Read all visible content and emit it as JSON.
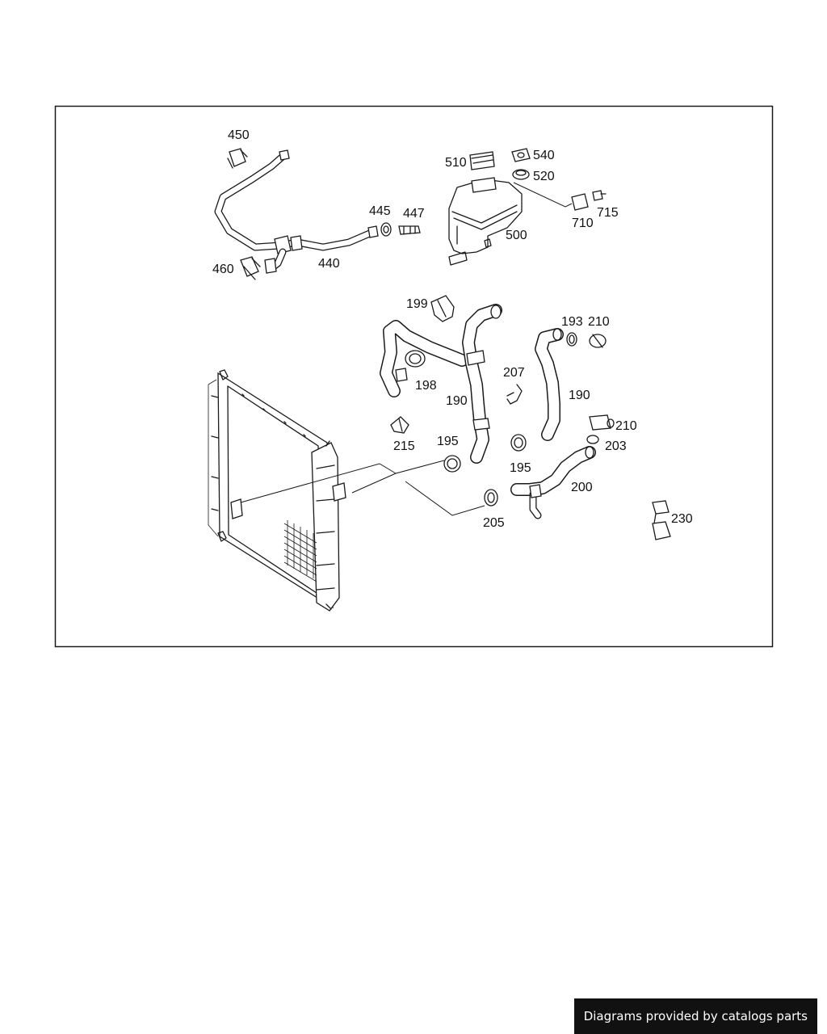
{
  "footer": {
    "credit": "Diagrams provided by catalogs parts"
  },
  "parts": [
    {
      "id": "p450",
      "label": "450"
    },
    {
      "id": "p510",
      "label": "510"
    },
    {
      "id": "p540",
      "label": "540"
    },
    {
      "id": "p520",
      "label": "520"
    },
    {
      "id": "p445",
      "label": "445"
    },
    {
      "id": "p447",
      "label": "447"
    },
    {
      "id": "p715",
      "label": "715"
    },
    {
      "id": "p710",
      "label": "710"
    },
    {
      "id": "p500",
      "label": "500"
    },
    {
      "id": "p460",
      "label": "460"
    },
    {
      "id": "p440",
      "label": "440"
    },
    {
      "id": "p199",
      "label": "199"
    },
    {
      "id": "p193",
      "label": "193"
    },
    {
      "id": "p210a",
      "label": "210"
    },
    {
      "id": "p198",
      "label": "198"
    },
    {
      "id": "p207",
      "label": "207"
    },
    {
      "id": "p190a",
      "label": "190"
    },
    {
      "id": "p190b",
      "label": "190"
    },
    {
      "id": "p210b",
      "label": "210"
    },
    {
      "id": "p195a",
      "label": "195"
    },
    {
      "id": "p215",
      "label": "215"
    },
    {
      "id": "p203",
      "label": "203"
    },
    {
      "id": "p195b",
      "label": "195"
    },
    {
      "id": "p200",
      "label": "200"
    },
    {
      "id": "p230",
      "label": "230"
    },
    {
      "id": "p205",
      "label": "205"
    }
  ]
}
